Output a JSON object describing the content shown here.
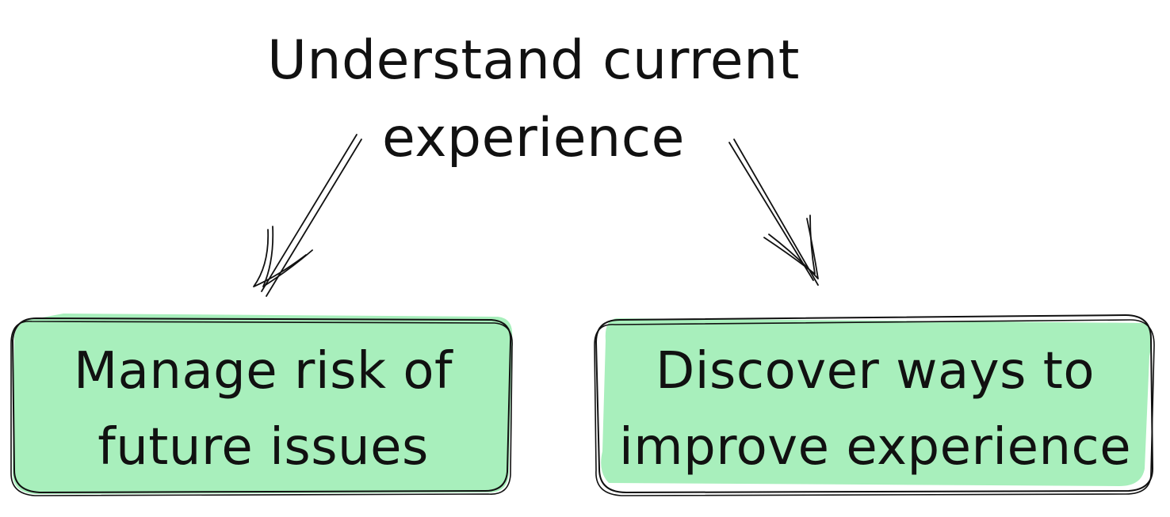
{
  "diagram": {
    "top_node": {
      "line1": "Understand current",
      "line2": "experience"
    },
    "left_node": {
      "line1": "Manage risk of",
      "line2": "future issues"
    },
    "right_node": {
      "line1": "Discover ways to",
      "line2": "improve experience"
    },
    "colors": {
      "box_fill": "#a8efbc",
      "stroke": "#111111"
    }
  }
}
